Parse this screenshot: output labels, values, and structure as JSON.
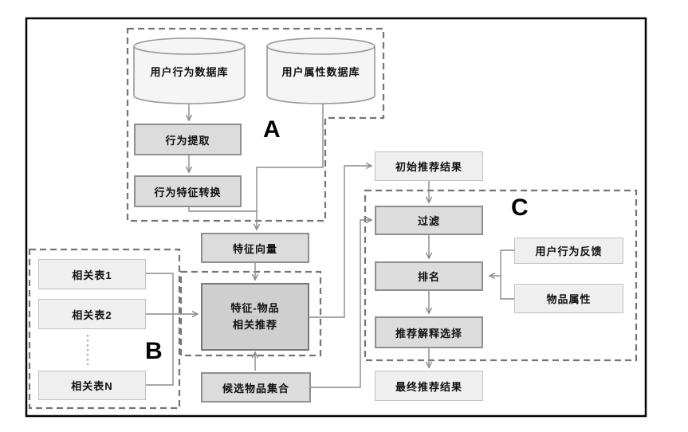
{
  "diagram": {
    "title": "feature-based recommendation system flow",
    "section_labels": {
      "a": "A",
      "b": "B",
      "c": "C"
    },
    "nodes": {
      "user_behavior_db": "用户行为数据库",
      "user_attribute_db": "用户属性数据库",
      "behavior_extraction": "行为提取",
      "behavior_feature_transform": "行为特征转换",
      "feature_vector": "特征向量",
      "initial_results": "初始推荐结果",
      "related_table_1": "相关表1",
      "related_table_2": "相关表2",
      "related_table_n": "相关表N",
      "feature_item_recommend": "特征-物品\n相关推荐",
      "candidate_item_set": "候选物品集合",
      "filter": "过滤",
      "ranking": "排名",
      "explanation_selection": "推荐解释选择",
      "final_results": "最终推荐结果",
      "user_behavior_feedback": "用户行为反馈",
      "item_attributes": "物品属性"
    },
    "colors": {
      "frame": "#000000",
      "flow_line": "#8a8a8a",
      "dashed_region": "#757575",
      "box_fill_mid": "#dcdcdc",
      "box_fill_light": "#efefef",
      "box_fill_dark": "#cfcfcf",
      "cylinder_fill": "#f5f5f5",
      "text": "#111111"
    }
  }
}
